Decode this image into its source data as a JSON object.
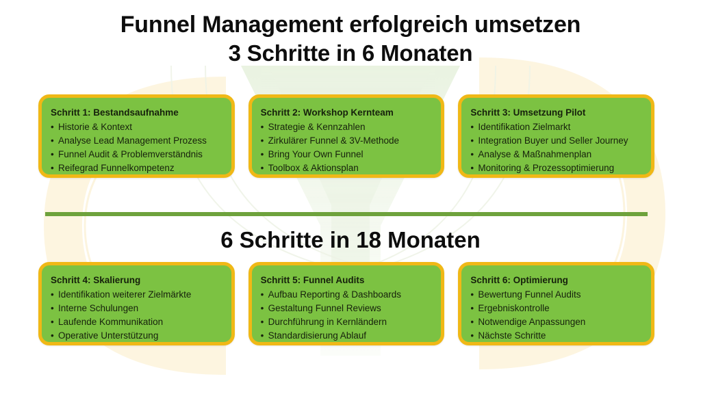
{
  "title": {
    "line1": "Funnel Management erfolgreich umsetzen",
    "line2": "3 Schritte in 6 Monaten"
  },
  "section2": {
    "heading": "6 Schritte in 18 Monaten"
  },
  "colors": {
    "card_fill": "#7cc242",
    "card_border": "#f0b816",
    "divider": "#6ea23c",
    "text": "#16210c",
    "title_text": "#0d0d0d",
    "watermark_cream": "#fdf5e0",
    "watermark_green": "#eaf3e2",
    "background": "#ffffff"
  },
  "rows": [
    {
      "cards": [
        {
          "title": "Schritt 1: Bestandsaufnahme",
          "items": [
            "Historie & Kontext",
            "Analyse Lead Management Prozess",
            "Funnel Audit & Problemverständnis",
            "Reifegrad Funnelkompetenz"
          ]
        },
        {
          "title": "Schritt 2: Workshop Kernteam",
          "items": [
            "Strategie & Kennzahlen",
            "Zirkulärer Funnel & 3V-Methode",
            "Bring Your Own Funnel",
            "Toolbox & Aktionsplan"
          ]
        },
        {
          "title": "Schritt 3: Umsetzung Pilot",
          "items": [
            "Identifikation Zielmarkt",
            "Integration Buyer und Seller Journey",
            "Analyse & Maßnahmenplan",
            "Monitoring & Prozessoptimierung"
          ]
        }
      ]
    },
    {
      "cards": [
        {
          "title": "Schritt 4: Skalierung",
          "items": [
            "Identifikation weiterer Zielmärkte",
            "Interne Schulungen",
            "Laufende Kommunikation",
            "Operative Unterstützung"
          ]
        },
        {
          "title": "Schritt 5: Funnel Audits",
          "items": [
            "Aufbau Reporting & Dashboards",
            "Gestaltung Funnel Reviews",
            "Durchführung in Kernländern",
            "Standardisierung Ablauf"
          ]
        },
        {
          "title": "Schritt 6: Optimierung",
          "items": [
            "Bewertung Funnel Audits",
            "Ergebniskontrolle",
            "Notwendige Anpassungen",
            "Nächste Schritte"
          ]
        }
      ]
    }
  ]
}
